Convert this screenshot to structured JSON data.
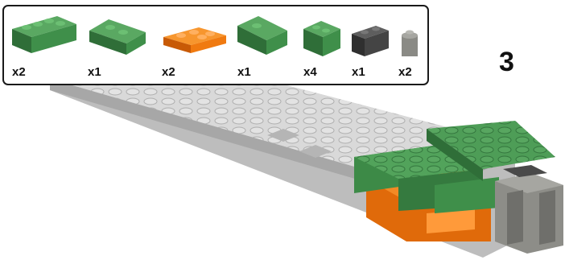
{
  "step": {
    "number": "3"
  },
  "parts_list": [
    {
      "name": "green-brick-2x4",
      "quantity": "x2",
      "color": "#3f8f4a"
    },
    {
      "name": "green-wedge-plate",
      "quantity": "x1",
      "color": "#3f8f4a"
    },
    {
      "name": "orange-plate-2x3",
      "quantity": "x2",
      "color": "#f07a10"
    },
    {
      "name": "green-wedge-plate-large",
      "quantity": "x1",
      "color": "#3f8f4a"
    },
    {
      "name": "green-brick-2x2",
      "quantity": "x4",
      "color": "#3f8f4a"
    },
    {
      "name": "dark-gray-brick-1x2",
      "quantity": "x1",
      "color": "#4a4a4a"
    },
    {
      "name": "gray-round-brick-1x1",
      "quantity": "x2",
      "color": "#8a8a85"
    }
  ],
  "colors": {
    "baseplate": "#cfcfcf",
    "green": "#3f8f4a",
    "orange": "#f07a10",
    "dark_gray": "#4a4a4a",
    "gray": "#8d8d88"
  }
}
